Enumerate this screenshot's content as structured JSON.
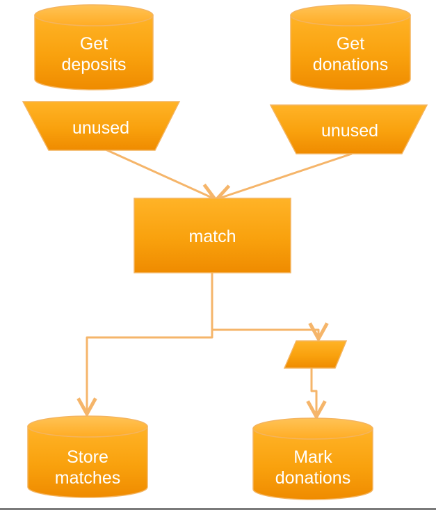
{
  "diagram": {
    "nodes": {
      "get_deposits": {
        "line1": "Get",
        "line2": "deposits"
      },
      "get_donations": {
        "line1": "Get",
        "line2": "donations"
      },
      "unused_left": {
        "label": "unused"
      },
      "unused_right": {
        "label": "unused"
      },
      "match": {
        "label": "match"
      },
      "store_matches": {
        "line1": "Store",
        "line2": "matches"
      },
      "mark_donations": {
        "line1": "Mark",
        "line2": "donations"
      }
    },
    "colors": {
      "fill_light": "#ffad1f",
      "fill_dark": "#f08c00",
      "edge": "#f4b45f",
      "connector": "#f5b56a",
      "text": "#ffffff"
    }
  }
}
